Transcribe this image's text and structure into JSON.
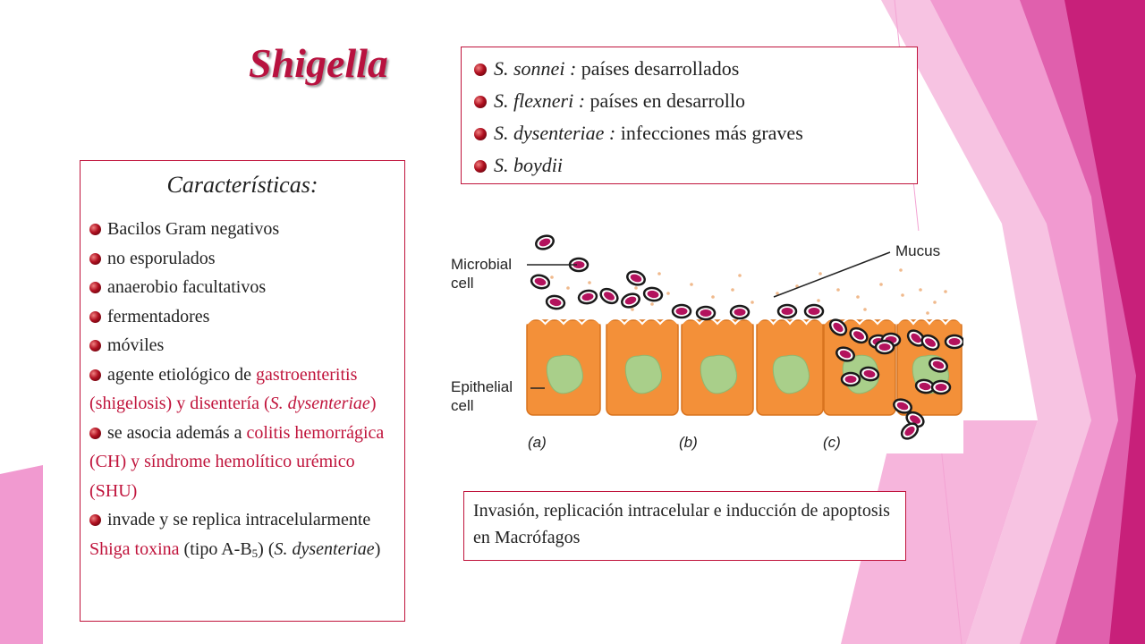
{
  "title": "Shigella",
  "species": [
    {
      "name": "S. sonnei :",
      "desc": " países desarrollados"
    },
    {
      "name": "S. flexneri :",
      "desc": " países en desarrollo"
    },
    {
      "name": "S. dysenteriae :",
      "desc": " infecciones más graves"
    },
    {
      "name": "S. boydii",
      "desc": ""
    }
  ],
  "characteristics": {
    "heading": "Características:",
    "items": {
      "i1": "Bacilos Gram negativos",
      "i2": "no esporulados",
      "i3": "anaerobio facultativos",
      "i4": "fermentadores",
      "i5": "móviles",
      "i6a": "agente etiológico de ",
      "i6b": "gastroenteritis (shigelosis) y disentería (",
      "i6c": "S. dysenteriae",
      "i6d": ")",
      "i7a": "se asocia además a ",
      "i7b": "colitis hemorrágica (CH) y síndrome hemolítico urémico (SHU)",
      "i8a": "invade y se replica intracelularmente ",
      "i8b": "Shiga toxina",
      "i8c": "(tipo A-B",
      "i8d": "5",
      "i8e": ") (",
      "i8f": "S. dysenteriae",
      "i8g": ")"
    }
  },
  "figure": {
    "microbial_line1": "Microbial",
    "microbial_line2": "cell",
    "mucus": "Mucus",
    "epithelial_line1": "Epithelial",
    "epithelial_line2": "cell",
    "label_a": "(a)",
    "label_b": "(b)",
    "label_c": "(c)"
  },
  "caption": "Invasión, replicación intracelular e inducción de apoptosis en Macrófagos",
  "colors": {
    "accent": "#c0143c",
    "pink_light": "#f7b6dc",
    "pink_mid": "#ee7cc0",
    "magenta": "#c8207a",
    "cell_orange": "#f39039",
    "nucleus_green": "#a9cf8a"
  }
}
